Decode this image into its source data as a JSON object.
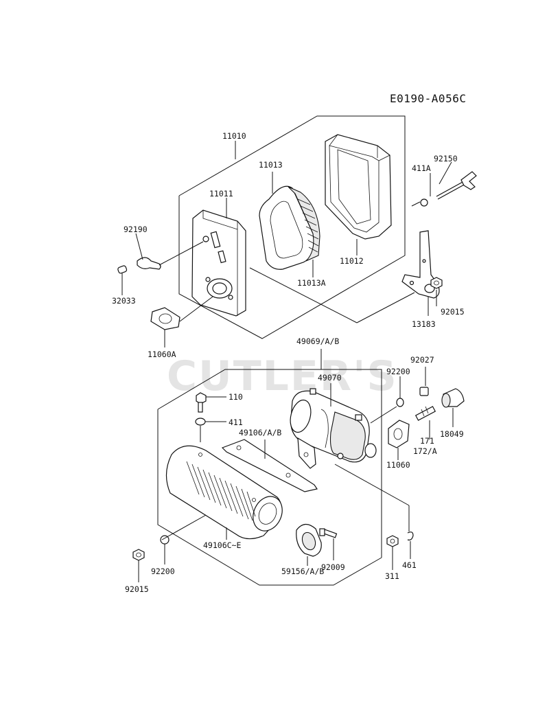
{
  "diagram_code": "E0190-A056C",
  "watermark": "CUTLER'S",
  "labels": {
    "p11010": "11010",
    "p11013": "11013",
    "p92150": "92150",
    "p411a": "411A",
    "p11011": "11011",
    "p92190": "92190",
    "p11012": "11012",
    "p11013a": "11013A",
    "p32033": "32033",
    "p92015a": "92015",
    "p13183": "13183",
    "p11060a": "11060A",
    "p49069": "49069/A/B",
    "p92027": "92027",
    "p49070": "49070",
    "p92200a": "92200",
    "p110": "110",
    "p411": "411",
    "p49106": "49106/A/B",
    "p171": "171",
    "p172": "172/A",
    "p18049": "18049",
    "p11060": "11060",
    "p49106c": "49106C~E",
    "p461": "461",
    "p311": "311",
    "p92200b": "92200",
    "p59156": "59156/A/B",
    "p92009": "92009",
    "p92015b": "92015"
  }
}
